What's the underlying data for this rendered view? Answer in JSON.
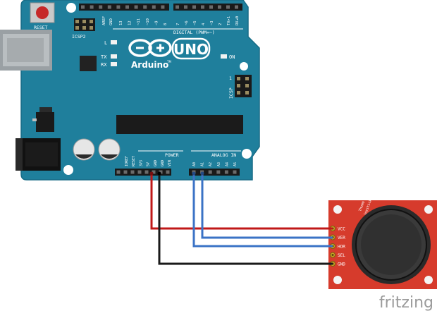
{
  "board": {
    "reset_label": "RESET",
    "icsp2_label": "ICSP2",
    "icsp_label": "ICSP",
    "aref_label": "AREF",
    "gnd_label": "GND",
    "top_pins_left": [
      "13",
      "12",
      "~11",
      "~10",
      "~9",
      "8"
    ],
    "top_pins_right": [
      "7",
      "~6",
      "~5",
      "4",
      "~3",
      "2",
      "TX▸1",
      "RX◂0"
    ],
    "digital_label": "DIGITAL (PWM=~)",
    "l_label": "L",
    "tx_label": "TX",
    "rx_label": "RX",
    "on_label": "ON",
    "uno_label": "UNO",
    "brand_label": "Arduino",
    "tm_label": "TM",
    "icsp_pin1": "1",
    "power_label": "POWER",
    "analog_label": "ANALOG IN",
    "power_pins": [
      "IOREF",
      "RESET",
      "3V3",
      "5V",
      "GND",
      "GND",
      "VIN"
    ],
    "analog_pins": [
      "A0",
      "A1",
      "A2",
      "A3",
      "A4",
      "A5"
    ]
  },
  "joystick": {
    "pins": [
      "VCC",
      "VER",
      "HOR",
      "SEL",
      "GND"
    ],
    "title_line1": "Thumb",
    "title_line2": "Joystick"
  },
  "watermark": "fritzing",
  "colors": {
    "board": "#1f7f9c",
    "board_edge": "#186c86",
    "breakout": "#d63b2c",
    "wire_red": "#c01818",
    "wire_black": "#1a1a1a",
    "wire_blue": "#3b73c6"
  }
}
